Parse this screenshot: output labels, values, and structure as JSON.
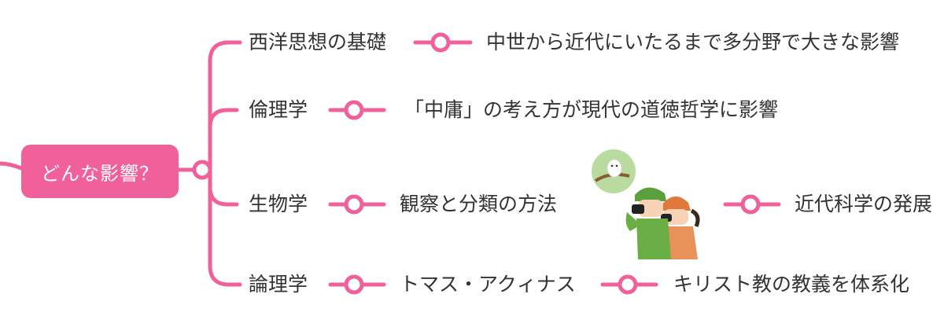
{
  "root": {
    "label": "どんな影響？"
  },
  "branches": [
    {
      "topic": "西洋思想の基礎",
      "detail": "中世から近代にいたるまで多分野で大きな影響"
    },
    {
      "topic": "倫理学",
      "detail": "「中庸」の考え方が現代の道徳哲学に影響"
    },
    {
      "topic": "生物学",
      "detail": "観察と分類の方法",
      "extra": "近代科学の発展"
    },
    {
      "topic": "論理学",
      "detail": "トマス・アクィナス",
      "extra": "キリスト教の教義を体系化"
    }
  ],
  "illustration": {
    "icon": "birdwatchers-illustration"
  },
  "colors": {
    "accent": "#f0609a",
    "text": "#333333"
  }
}
